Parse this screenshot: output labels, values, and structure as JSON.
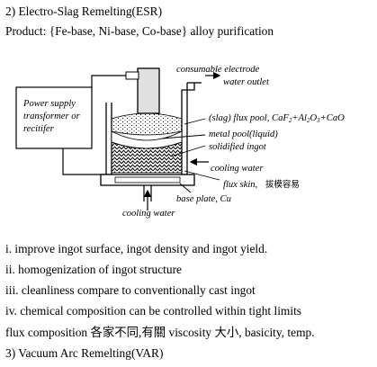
{
  "header": {
    "section_esr": "2) Electro-Slag Remelting(ESR)",
    "product": "Product: {Fe-base, Ni-base, Co-base} alloy purification"
  },
  "diagram": {
    "consumable_electrode": "consumable electrode",
    "water_outlet": "water outlet",
    "power_supply_lines": [
      "Power supply",
      "transformer or",
      "recitifer"
    ],
    "slag_prefix": "(slag) flux pool, CaF",
    "slag_sub2": "2",
    "slag_al": "+Al",
    "slag_sub2b": "2",
    "slag_o": "O",
    "slag_sub3": "3",
    "slag_cao": "+CaO",
    "metal_pool": "metal pool(liquid)",
    "solidified_ingot": "solidified ingot",
    "cooling_water_right": "cooling water",
    "flux_skin": "flux skin,",
    "flux_skin_cn": "拔模容易",
    "base_plate": "base plate, Cu",
    "cooling_water_bottom": "cooling water"
  },
  "points": [
    "i. improve ingot surface, ingot density and ingot yield.",
    "ii. homogenization of ingot structure",
    "iii. cleanliness compare to conventionally cast ingot",
    "iv. chemical composition can be controlled within tight limits",
    "flux composition 各家不同,有關 viscosity 大小, basicity, temp.",
    "3) Vacuum Arc Remelting(VAR)"
  ],
  "colors": {
    "text": "#000000",
    "electrode_fill": "#e0e0e0",
    "hatch": "#000000"
  }
}
